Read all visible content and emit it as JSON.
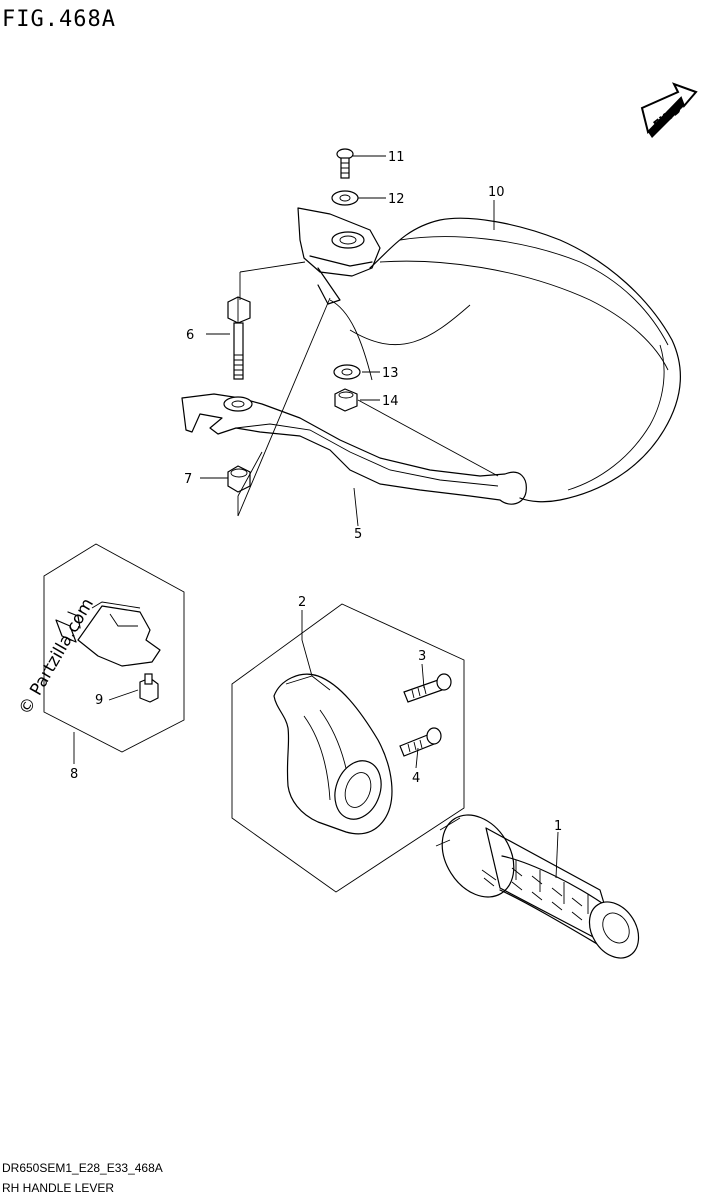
{
  "header": {
    "figure_title": "FIG.468A"
  },
  "badge": {
    "fwd_label": "FWD"
  },
  "watermark": {
    "text": "© Partzilla.com"
  },
  "callouts": {
    "c1": "1",
    "c2": "2",
    "c3": "3",
    "c4": "4",
    "c5": "5",
    "c6": "6",
    "c7": "7",
    "c8": "8",
    "c9": "9",
    "c10": "10",
    "c11": "11",
    "c12": "12",
    "c13": "13",
    "c14": "14"
  },
  "footer": {
    "model_code": "DR650SEM1_E28_E33_468A",
    "section_name": "RH HANDLE LEVER"
  }
}
